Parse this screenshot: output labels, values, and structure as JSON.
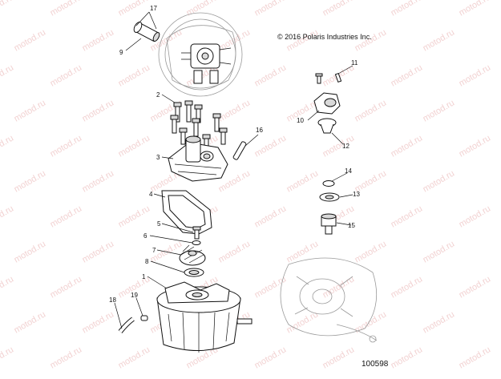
{
  "diagram": {
    "copyright": "© 2016 Polaris Industries Inc.",
    "diagram_id": "100598",
    "watermark": "motod.ru",
    "callouts": [
      "1",
      "2",
      "3",
      "4",
      "5",
      "6",
      "7",
      "8",
      "9",
      "10",
      "11",
      "12",
      "13",
      "14",
      "15",
      "16",
      "17",
      "18",
      "19"
    ]
  }
}
